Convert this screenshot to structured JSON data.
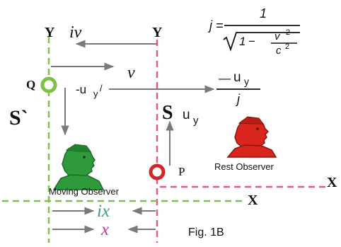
{
  "figure": {
    "labels": {
      "left_axis_y": "Y",
      "top_velocity": "iv",
      "right_axis_y": "Y",
      "point_q": "Q",
      "velocity_v": "v",
      "frame_s_prime": "S`",
      "neg_uy_prime": "-u",
      "neg_uy_prime_sub": "y",
      "neg_uy_prime_mark": "/",
      "frame_s": "S",
      "uy": "u",
      "uy_sub": "y",
      "point_p": "P",
      "rest_observer": "Rest Observer",
      "moving_observer": "Moving Observer",
      "right_axis_x": "X",
      "left_axis_x": "X",
      "ix": "ix",
      "x": "x",
      "fig_caption": "Fig. 1B"
    },
    "formula": {
      "lhs": "j =",
      "numerator": "1",
      "radicand_one": "1",
      "radicand_minus": "−",
      "v": "v",
      "v_exp": "2",
      "c": "c",
      "c_exp": "2"
    },
    "fraction": {
      "minus": "—",
      "u": "u",
      "u_sub": "y",
      "denominator": "j"
    },
    "colors": {
      "background": "#ffffff",
      "left_frame_green": "#7ec242",
      "right_frame_red": "#e0607a",
      "arrow_gray": "#7a7a7a",
      "q_ring_green": "#7ec242",
      "p_ring_red": "#d42626",
      "moving_observer_green": "#2f9a3c",
      "rest_observer_red": "#d8261c",
      "ix_text_green": "#2fa08a",
      "x_text_magenta": "#c03aa8",
      "text_black": "#111111"
    }
  }
}
